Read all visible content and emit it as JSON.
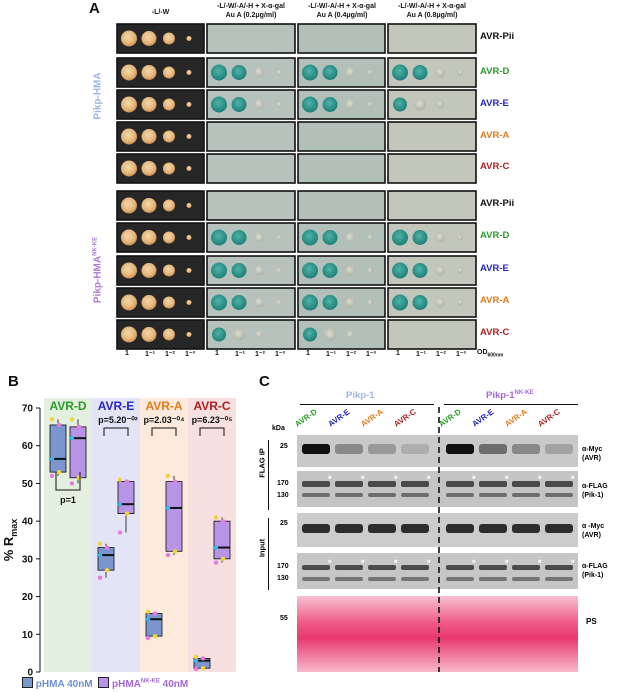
{
  "panel_a": {
    "letter": "A",
    "columns": [
      {
        "line1": "-L/-W",
        "line2": ""
      },
      {
        "line1": "-L/-W/-A/-H + X-α-gal",
        "line2": "Au A (0.2μg/ml)"
      },
      {
        "line1": "-L/-W/-A/-H + X-α-gal",
        "line2": "Au A (0.4μg/ml)"
      },
      {
        "line1": "-L/-W/-A/-H + X-α-gal",
        "line2": "Au A (0.8μg/ml)"
      }
    ],
    "group1_label": "Pikp-HMA",
    "group2_label": "Pikp-HMA",
    "group2_sup": "NK-KE",
    "rows": [
      {
        "label": "AVR-Pii",
        "color": "#111111"
      },
      {
        "label": "AVR-D",
        "color": "#2a9a2a"
      },
      {
        "label": "AVR-E",
        "color": "#2424c8"
      },
      {
        "label": "AVR-A",
        "color": "#e07b1a"
      },
      {
        "label": "AVR-C",
        "color": "#b02020"
      },
      {
        "label": "AVR-Pii",
        "color": "#111111"
      },
      {
        "label": "AVR-D",
        "color": "#2a9a2a"
      },
      {
        "label": "AVR-E",
        "color": "#2424c8"
      },
      {
        "label": "AVR-A",
        "color": "#e07b1a"
      },
      {
        "label": "AVR-C",
        "color": "#b02020"
      }
    ],
    "dilutions": [
      "1",
      "1⁻¹",
      "1⁻²",
      "1⁻³"
    ],
    "od_label": "OD",
    "od_sub": "600nm"
  },
  "panel_b": {
    "letter": "B",
    "ylabel_main": "% R",
    "ylabel_sub": "max",
    "yticks": [
      "0",
      "10",
      "20",
      "30",
      "40",
      "50",
      "60",
      "70"
    ],
    "groups": [
      {
        "label": "AVR-D",
        "color": "#2a9a2a",
        "bg": "#e3efdf",
        "pvalue": "p=1"
      },
      {
        "label": "AVR-E",
        "color": "#2424c8",
        "bg": "#e4e4f7",
        "pvalue": "p=5.20⁻⁰²"
      },
      {
        "label": "AVR-A",
        "color": "#e07b1a",
        "bg": "#fcebdc",
        "pvalue": "p=2.03⁻⁰⁴"
      },
      {
        "label": "AVR-C",
        "color": "#b02020",
        "bg": "#f6e0e0",
        "pvalue": "p=6.23⁻⁰⁵"
      }
    ],
    "legend": [
      {
        "label": "pHMA 40nM",
        "color": "#7b96cf"
      },
      {
        "label": "pHMA",
        "sup": "NK-KE",
        "tail": " 40nM",
        "color": "#b894e6"
      }
    ],
    "chart_data": {
      "type": "box",
      "ylim": [
        0,
        70
      ],
      "categories": [
        "AVR-D",
        "AVR-E",
        "AVR-A",
        "AVR-C"
      ],
      "series": [
        {
          "name": "pHMA 40nM",
          "boxes": [
            {
              "min": 52,
              "q1": 53,
              "median": 56.5,
              "q3": 65.5,
              "max": 67
            },
            {
              "min": 25,
              "q1": 27,
              "median": 31,
              "q3": 33,
              "max": 34
            },
            {
              "min": 9,
              "q1": 9.5,
              "median": 14,
              "q3": 15.5,
              "max": 16
            },
            {
              "min": 0.8,
              "q1": 1,
              "median": 3,
              "q3": 3.6,
              "max": 4
            }
          ]
        },
        {
          "name": "pHMA NK-KE 40nM",
          "boxes": [
            {
              "min": 50,
              "q1": 51.5,
              "median": 62,
              "q3": 65,
              "max": 67
            },
            {
              "min": 37,
              "q1": 42,
              "median": 44.5,
              "q3": 50.5,
              "max": 51
            },
            {
              "min": 31,
              "q1": 32,
              "median": 43.5,
              "q3": 50.5,
              "max": 52
            },
            {
              "min": 29,
              "q1": 30,
              "median": 33,
              "q3": 40,
              "max": 41
            }
          ]
        }
      ]
    }
  },
  "panel_c": {
    "letter": "C",
    "group1": "Pikp-1",
    "group2": "Pikp-1",
    "group2_sup": "NK-KE",
    "lanes": [
      {
        "label": "AVR-D",
        "color": "#2a9a2a"
      },
      {
        "label": "AVR-E",
        "color": "#2424c8"
      },
      {
        "label": "AVR-A",
        "color": "#e07b1a"
      },
      {
        "label": "AVR-C",
        "color": "#b02020"
      },
      {
        "label": "AVR-D",
        "color": "#2a9a2a"
      },
      {
        "label": "AVR-E",
        "color": "#2424c8"
      },
      {
        "label": "AVR-A",
        "color": "#e07b1a"
      },
      {
        "label": "AVR-C",
        "color": "#b02020"
      }
    ],
    "kda": "kDa",
    "side_flag_ip": "FLAG IP",
    "side_input": "Input",
    "blots": [
      {
        "marker1": "25",
        "marker2": "",
        "label1": "α-Myc",
        "label2": "(AVR)"
      },
      {
        "marker1": "170",
        "marker2": "130",
        "label1": "α-FLAG",
        "label2": "(Pik-1)"
      },
      {
        "marker1": "25",
        "marker2": "",
        "label1": "α -Myc",
        "label2": "(AVR)"
      },
      {
        "marker1": "170",
        "marker2": "130",
        "label1": "α-FLAG",
        "label2": "(Pik-1)"
      },
      {
        "marker1": "55",
        "marker2": "",
        "label1": "PS",
        "label2": ""
      }
    ],
    "star": "*"
  }
}
